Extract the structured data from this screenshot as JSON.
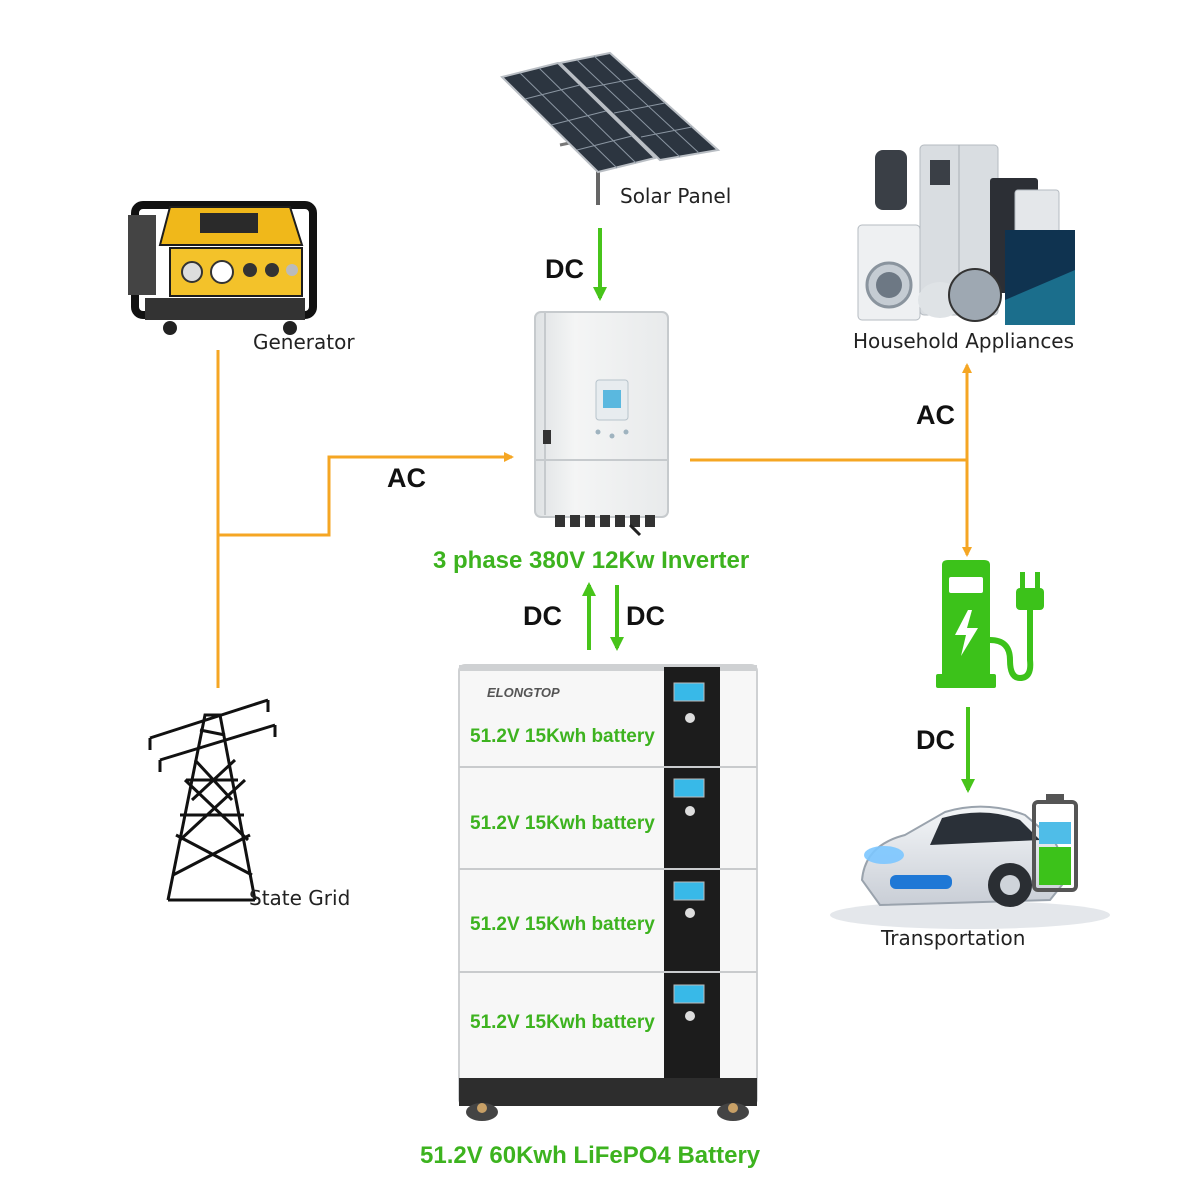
{
  "nodes": {
    "solar_panel": "Solar Panel",
    "generator": "Generator",
    "household": "Household Appliances",
    "state_grid": "State Grid",
    "transportation": "Transportation"
  },
  "inverter": {
    "label": "3 phase 380V 12Kw Inverter"
  },
  "battery": {
    "brand": "ELONGTOP",
    "modules": [
      "51.2V 15Kwh battery",
      "51.2V 15Kwh battery",
      "51.2V 15Kwh battery",
      "51.2V 15Kwh battery"
    ],
    "label": "51.2V 60Kwh LiFePO4 Battery"
  },
  "flows": {
    "solar_to_inverter": "DC",
    "grid_to_inverter": "AC",
    "inverter_to_battery": "DC",
    "battery_to_inverter": "DC",
    "inverter_to_household": "AC",
    "charger_to_vehicle": "DC"
  },
  "colors": {
    "ac_line": "#f5a623",
    "dc_line": "#47c41a",
    "label_green": "#3db31f"
  }
}
